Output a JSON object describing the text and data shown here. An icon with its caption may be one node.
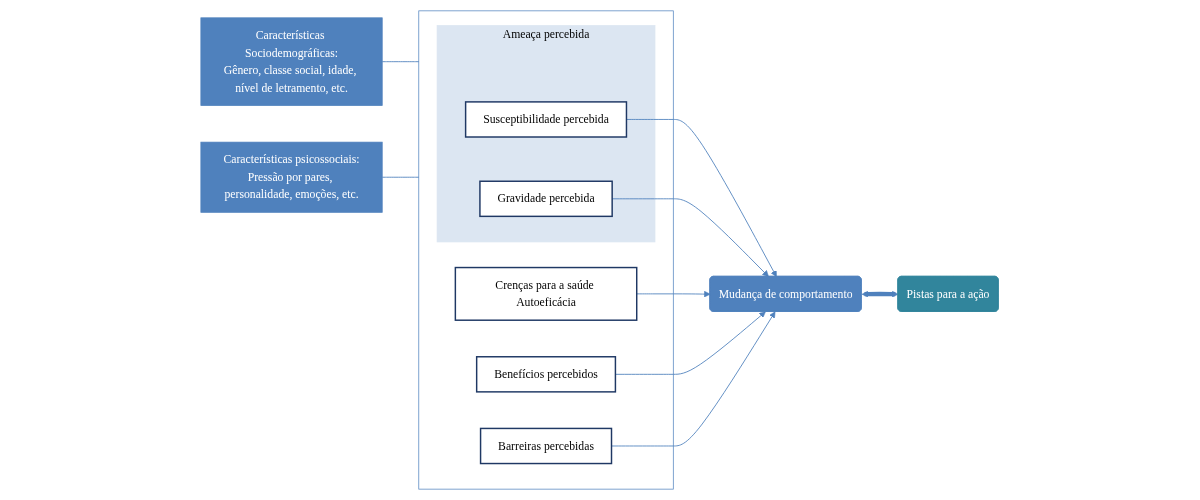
{
  "diagram": {
    "nodes": [
      {
        "text": [
          "Características Sociodemográficas:",
          "Gênero, classe social, idade, nível de letramento, etc."
        ]
      },
      {
        "text": [
          "Características psicossociais:",
          "Pressão por pares, personalidade, emoções, etc."
        ]
      },
      {
        "text": [],
        "shape": "bracket"
      },
      {
        "text": [
          "Ameaça percebida"
        ],
        "in": 2
      },
      {
        "text": [
          "Susceptibilidade percebida"
        ],
        "in": 3
      },
      {
        "text": [
          "Gravidade percebida"
        ],
        "in": 3
      },
      {
        "text": [
          "Crenças para a saúde Autoeficácia"
        ],
        "in": 2
      },
      {
        "text": [
          "Benefícios percebidos"
        ],
        "in": 2
      },
      {
        "text": [
          "Barreiras percebidas"
        ],
        "in": 2
      },
      {
        "text": [
          "Mudança de comportamento"
        ]
      },
      {
        "text": [
          "Pistas para a ação"
        ]
      }
    ],
    "edges": [
      {
        "from": 0,
        "to": 2,
        "arrow": "none"
      },
      {
        "from": 1,
        "to": 2,
        "arrow": "none"
      },
      {
        "from": 4,
        "to": 9,
        "arrow": "to"
      },
      {
        "from": 5,
        "to": 9,
        "arrow": "to"
      },
      {
        "from": 6,
        "to": 9,
        "arrow": "to"
      },
      {
        "from": 7,
        "to": 9,
        "arrow": "to"
      },
      {
        "from": 8,
        "to": 9,
        "arrow": "to"
      },
      {
        "from": 9,
        "to": 10,
        "arrow": "both",
        "style": "thick"
      }
    ]
  }
}
